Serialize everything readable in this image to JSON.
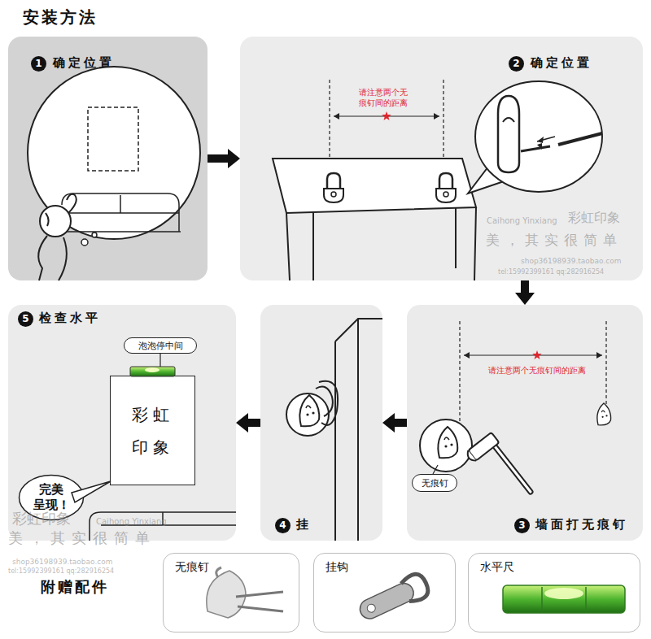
{
  "diagram": {
    "title": "安装方法",
    "nodes": [
      {
        "text": [
          "1",
          "确定位置"
        ]
      },
      {
        "text": [
          "2",
          "确定位置",
          "请注意两个无痕钉间的距离"
        ]
      },
      {
        "text": [
          "3",
          "墙面打无痕钉",
          "请注意两个无痕钉间的距离"
        ]
      },
      {
        "text": [
          "无痕钉"
        ],
        "in": 2
      },
      {
        "text": [
          "4",
          "挂"
        ]
      },
      {
        "text": [
          "5",
          "检查水平"
        ]
      },
      {
        "text": [
          "泡泡停中间"
        ],
        "in": 5
      },
      {
        "text": [
          "彩虹 印象"
        ],
        "in": 5
      },
      {
        "text": [
          "完美 呈现！"
        ],
        "in": 5
      },
      {
        "text": [
          "无痕钉"
        ]
      },
      {
        "text": [
          "挂钩"
        ]
      },
      {
        "text": [
          "水平尺"
        ]
      }
    ],
    "edges": [
      {
        "from": 0,
        "to": 1,
        "arrow": "to"
      },
      {
        "from": 1,
        "to": 2,
        "arrow": "to"
      },
      {
        "from": 2,
        "to": 4,
        "arrow": "to"
      },
      {
        "from": 4,
        "to": 5,
        "arrow": "to"
      }
    ],
    "labels": [
      "附赠配件",
      "彩虹印象",
      "Caihong Yinxiang",
      "美，其实很简单",
      "shop36198939.taobao.com",
      "tel:15992399161 qq:282916254",
      "彩虹印象",
      "Caihong Yinxiang",
      "美，其实很简单",
      "shop36198939.taobao.com",
      "tel:15992399161 qq:282916254"
    ]
  }
}
